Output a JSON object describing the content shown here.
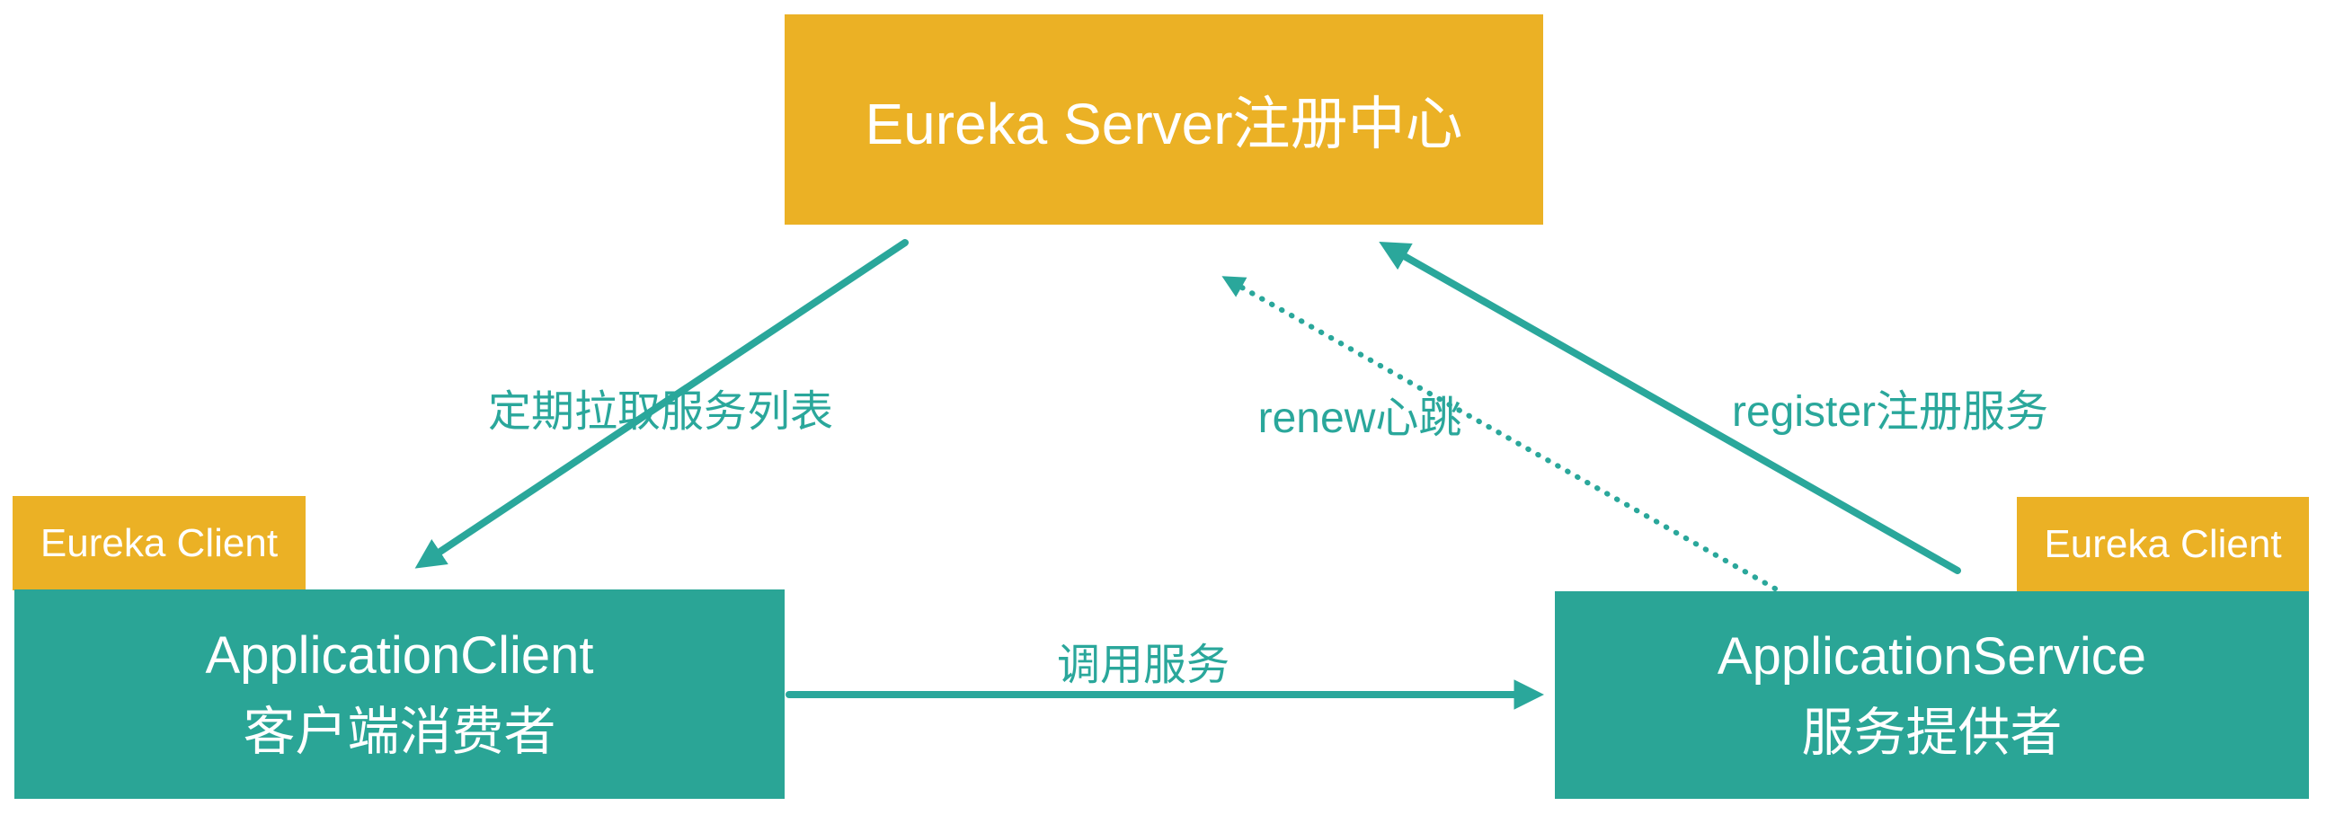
{
  "diagram": {
    "server_box": {
      "label": "Eureka Server注册中心"
    },
    "client_box": {
      "tag": "Eureka Client",
      "line1": "ApplicationClient",
      "line2": "客户端消费者"
    },
    "service_box": {
      "tag": "Eureka Client",
      "line1": "ApplicationService",
      "line2": "服务提供者"
    },
    "arrows": [
      {
        "id": "pull",
        "label": "定期拉取服务列表",
        "style": "solid",
        "from": "eureka-server",
        "to": "application-client"
      },
      {
        "id": "invoke",
        "label": "调用服务",
        "style": "solid",
        "from": "application-client",
        "to": "application-service"
      },
      {
        "id": "renew",
        "label": "renew心跳",
        "style": "dotted",
        "from": "application-service",
        "to": "eureka-server"
      },
      {
        "id": "register",
        "label": "register注册服务",
        "style": "solid",
        "from": "application-service",
        "to": "eureka-server"
      }
    ],
    "colors": {
      "orange": "#EBB125",
      "teal_box": "#2AA596",
      "teal_arrow": "#2AA79B",
      "box_text": "#FFFFFF",
      "background": "#FFFFFF"
    }
  }
}
